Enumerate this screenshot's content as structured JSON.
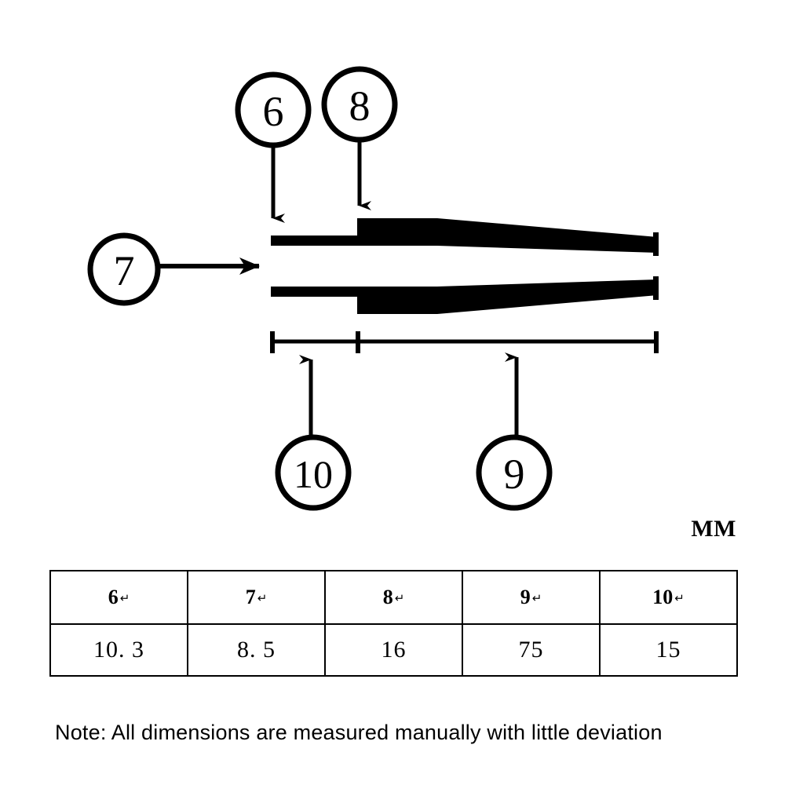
{
  "diagram": {
    "title": "tweezers-dimension-drawing",
    "stroke_color": "#000000",
    "fill_color": "#000000",
    "background_color": "#ffffff",
    "callouts": [
      {
        "id": "6",
        "label": "6",
        "points_to": "upper-arm-thin-tip-thickness",
        "direction": "down"
      },
      {
        "id": "7",
        "label": "7",
        "points_to": "gap-between-arms",
        "direction": "right"
      },
      {
        "id": "8",
        "label": "8",
        "points_to": "upper-arm-thick-body",
        "direction": "down"
      },
      {
        "id": "9",
        "label": "9",
        "points_to": "overall-body-length",
        "direction": "up"
      },
      {
        "id": "10",
        "label": "10",
        "points_to": "thin-arm-length",
        "direction": "up"
      }
    ]
  },
  "unit_label": "MM",
  "table": {
    "headers": [
      "6",
      "7",
      "8",
      "9",
      "10"
    ],
    "header_mark": "↵",
    "values": [
      "10. 3",
      "8. 5",
      "16",
      "75",
      "15"
    ]
  },
  "note": "Note: All dimensions are measured manually with little deviation",
  "chart_data": {
    "type": "table",
    "title": "Tweezers dimensions",
    "unit": "MM",
    "categories": [
      "6",
      "7",
      "8",
      "9",
      "10"
    ],
    "values": [
      10.3,
      8.5,
      16,
      75,
      15
    ],
    "labels": {
      "6": "10. 3",
      "7": "8. 5",
      "8": "16",
      "9": "75",
      "10": "15"
    }
  }
}
